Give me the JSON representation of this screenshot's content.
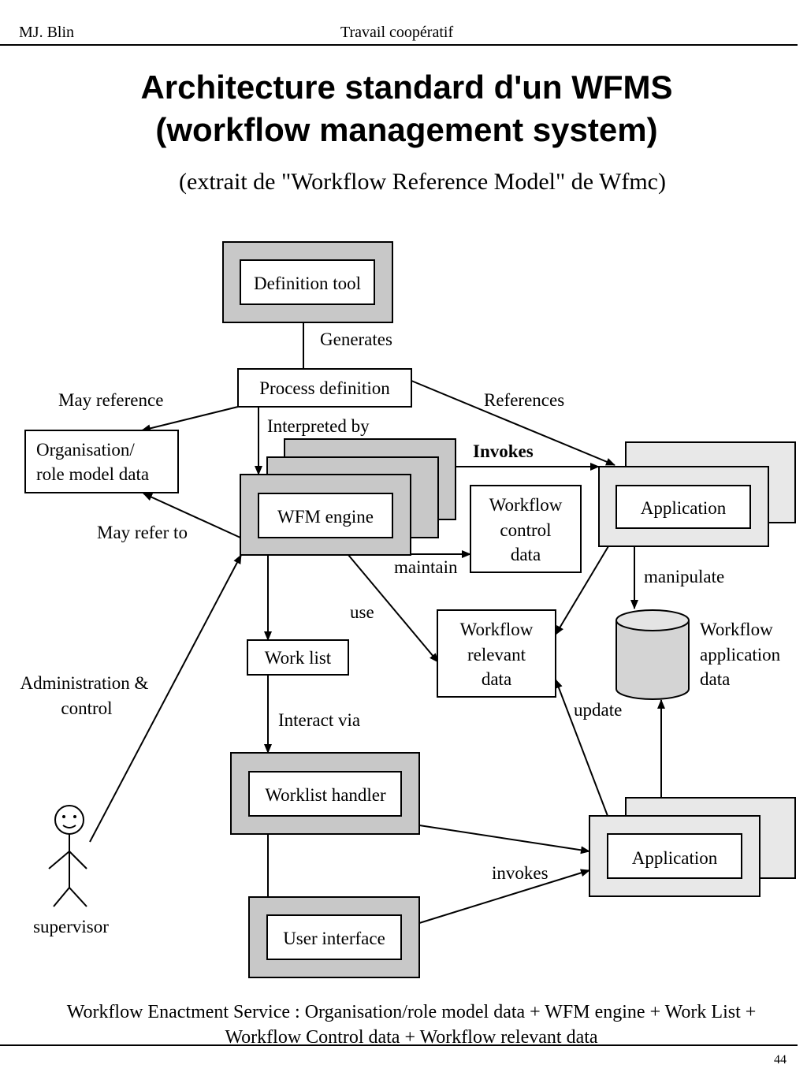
{
  "header": {
    "author": "MJ. Blin",
    "course": "Travail coopératif"
  },
  "title": {
    "line1": "Architecture standard  d'un WFMS",
    "line2": "(workflow management system)"
  },
  "subtitle": "(extrait de \"Workflow Reference Model\" de Wfmc)",
  "diagram": {
    "nodes": {
      "definition_tool": "Definition tool",
      "process_definition": "Process definition",
      "organisation": [
        "Organisation/",
        "role model data"
      ],
      "wfm_engine": "WFM engine",
      "workflow_control": [
        "Workflow",
        "control",
        "data"
      ],
      "application_top": "Application",
      "workflow_relevant": [
        "Workflow",
        "relevant",
        "data"
      ],
      "work_list": "Work list",
      "workflow_app_data": [
        "Workflow",
        "application",
        "data"
      ],
      "worklist_handler": "Worklist handler",
      "user_interface": "User interface",
      "application_bottom": "Application",
      "supervisor": "supervisor"
    },
    "labels": {
      "generates": "Generates",
      "may_reference": "May  reference",
      "references": "References",
      "interpreted_by": "Interpreted by",
      "invokes_bold": "Invokes",
      "may_refer_to": "May  refer to",
      "maintain": "maintain",
      "manipulate": "manipulate",
      "use": "use",
      "admin": [
        "Administration &",
        "control"
      ],
      "interact_via": "Interact via",
      "update": "update",
      "invokes": "invokes"
    }
  },
  "footer": {
    "line1": "Workflow Enactment Service : Organisation/role model data + WFM engine + Work List +",
    "line2": "Workflow Control data + Workflow relevant data"
  },
  "page_number": "44"
}
